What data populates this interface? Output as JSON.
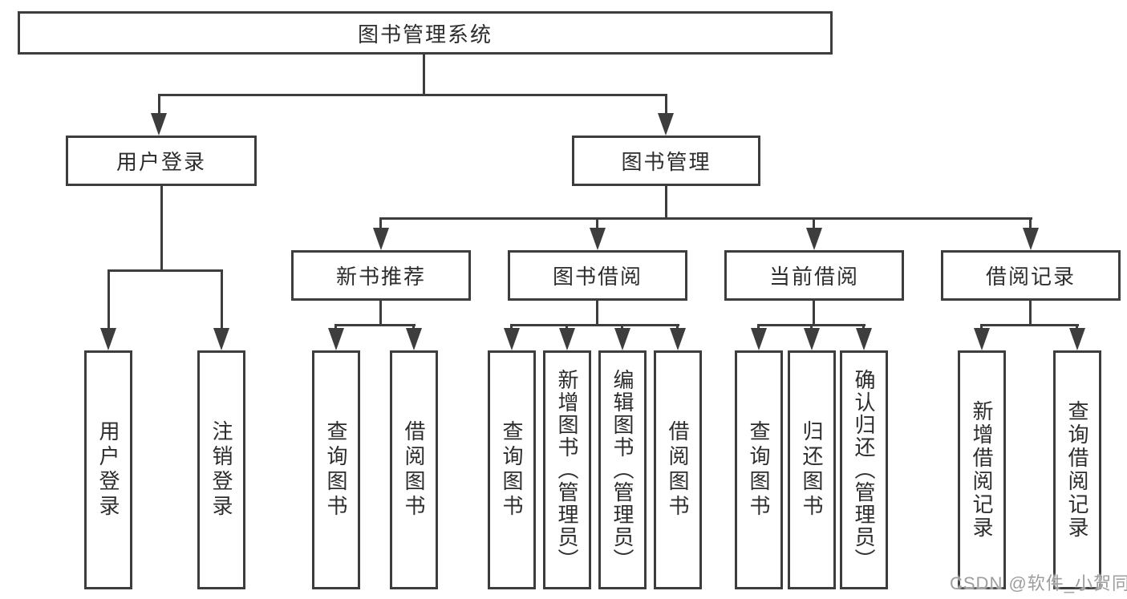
{
  "diagram": {
    "root": {
      "label": "图书管理系统"
    },
    "level2": [
      {
        "label": "用户登录"
      },
      {
        "label": "图书管理"
      }
    ],
    "level3": [
      {
        "label": "新书推荐"
      },
      {
        "label": "图书借阅"
      },
      {
        "label": "当前借阅"
      },
      {
        "label": "借阅记录"
      }
    ],
    "leaves": {
      "user_login": [
        {
          "label": "用户登录"
        },
        {
          "label": "注销登录"
        }
      ],
      "new_book_recommend": [
        {
          "label": "查询图书"
        },
        {
          "label": "借阅图书"
        }
      ],
      "book_borrow": [
        {
          "label": "查询图书"
        },
        {
          "label": "新增图书（管理员）"
        },
        {
          "label": "编辑图书（管理员）"
        },
        {
          "label": "借阅图书"
        }
      ],
      "current_borrow": [
        {
          "label": "查询图书"
        },
        {
          "label": "归还图书"
        },
        {
          "label": "确认归还（管理员）"
        }
      ],
      "borrow_records": [
        {
          "label": "新增借阅记录"
        },
        {
          "label": "查询借阅记录"
        }
      ]
    }
  },
  "watermark": {
    "text": "CSDN @软件_小贺同学"
  },
  "colors": {
    "line": "#3d3d3d",
    "text": "#2d2d2d",
    "watermark": "#9e9e9e",
    "background": "#ffffff"
  }
}
